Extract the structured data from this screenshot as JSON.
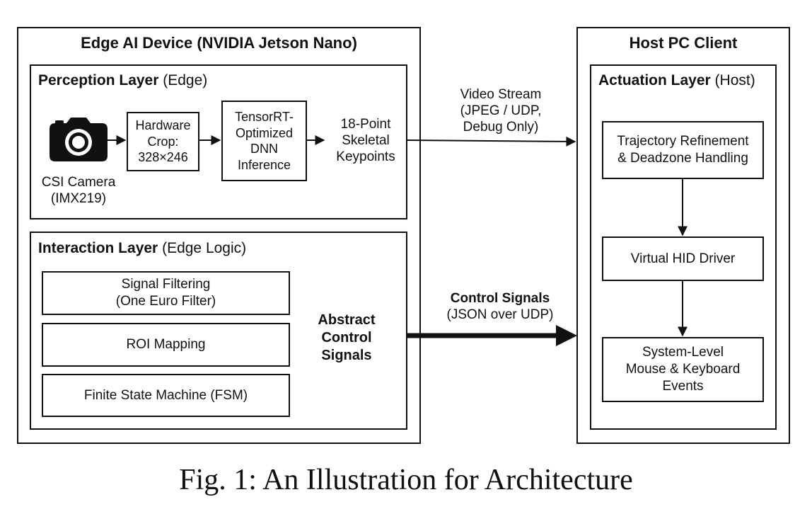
{
  "edge_device": {
    "title": "Edge AI Device (NVIDIA Jetson Nano)",
    "perception": {
      "title_bold": "Perception Layer",
      "title_rest": "(Edge)",
      "camera_line1": "CSI Camera",
      "camera_line2": "(IMX219)",
      "crop_line1": "Hardware",
      "crop_line2": "Crop:",
      "crop_line3": "328×246",
      "dnn_line1": "TensorRT-",
      "dnn_line2": "Optimized",
      "dnn_line3": "DNN",
      "dnn_line4": "Inference",
      "kp_line1": "18-Point",
      "kp_line2": "Skeletal",
      "kp_line3": "Keypoints"
    },
    "interaction": {
      "title_bold": "Interaction Layer",
      "title_rest": "(Edge Logic)",
      "filter_line1": "Signal Filtering",
      "filter_line2": "(One Euro Filter)",
      "roi": "ROI Mapping",
      "fsm": "Finite State Machine (FSM)",
      "abstract_line1": "Abstract",
      "abstract_line2": "Control",
      "abstract_line3": "Signals"
    }
  },
  "host": {
    "title": "Host PC Client",
    "actuation": {
      "title_bold": "Actuation Layer",
      "title_rest": "(Host)",
      "traj_line1": "Trajectory Refinement",
      "traj_line2": "& Deadzone Handling",
      "hid": "Virtual HID Driver",
      "events_line1": "System-Level",
      "events_line2": "Mouse & Keyboard",
      "events_line3": "Events"
    }
  },
  "links": {
    "video_line1": "Video Stream",
    "video_line2": "(JPEG / UDP,",
    "video_line3": "Debug Only)",
    "control_title": "Control Signals",
    "control_sub": "(JSON over UDP)"
  },
  "caption": "Fig. 1: An Illustration for Architecture",
  "icons": {
    "camera": "camera-icon"
  }
}
